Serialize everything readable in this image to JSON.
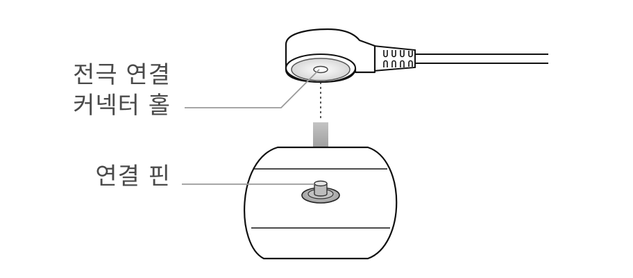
{
  "labels": {
    "connector_hole_line1": "전극 연결",
    "connector_hole_line2": "커넥터 홀",
    "connection_pin": "연결 핀"
  },
  "colors": {
    "outline": "#111111",
    "leader_line": "#999999",
    "arrow": "#8f8f8f",
    "label_text": "#4a4a4a",
    "connector_face": "#dcdcdc",
    "pin_fill": "#c8c8c8"
  }
}
